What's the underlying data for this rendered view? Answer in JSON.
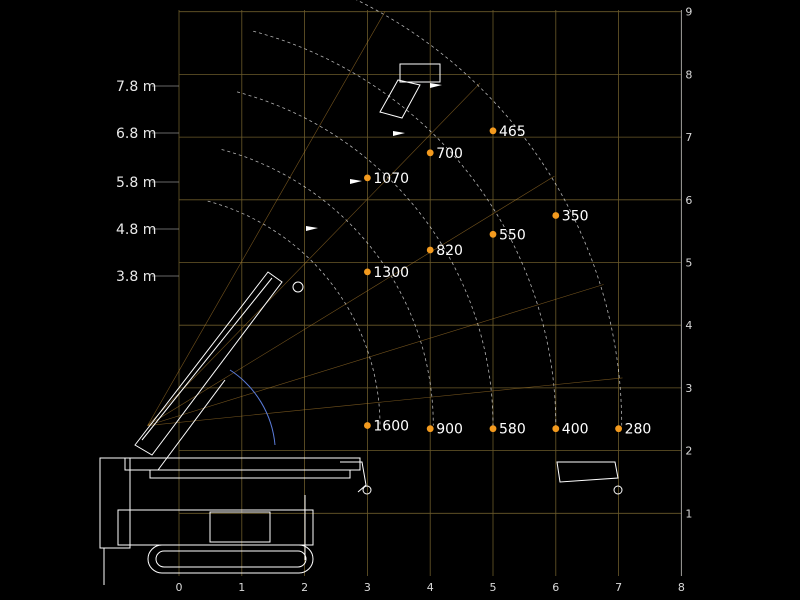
{
  "diagram": {
    "x_ticks": [
      "0",
      "1",
      "2",
      "3",
      "4",
      "5",
      "6",
      "7",
      "8"
    ],
    "y_ticks": [
      "1",
      "2",
      "3",
      "4",
      "5",
      "6",
      "7",
      "8",
      "9"
    ],
    "boom_lengths": [
      "3.8 m",
      "4.8 m",
      "5.8 m",
      "6.8 m",
      "7.8 m"
    ],
    "load_points": [
      {
        "radius": 3,
        "height": 2.4,
        "label": "1600"
      },
      {
        "radius": 4,
        "height": 2.35,
        "label": "900"
      },
      {
        "radius": 5,
        "height": 2.35,
        "label": "580"
      },
      {
        "radius": 6,
        "height": 2.35,
        "label": "400"
      },
      {
        "radius": 7,
        "height": 2.35,
        "label": "280"
      },
      {
        "radius": 3,
        "height": 4.85,
        "label": "1300"
      },
      {
        "radius": 4,
        "height": 5.2,
        "label": "820"
      },
      {
        "radius": 5,
        "height": 5.45,
        "label": "550"
      },
      {
        "radius": 6,
        "height": 5.75,
        "label": "350"
      },
      {
        "radius": 3,
        "height": 6.35,
        "label": "1070"
      },
      {
        "radius": 4,
        "height": 6.75,
        "label": "700"
      },
      {
        "radius": 5,
        "height": 7.1,
        "label": "465"
      }
    ],
    "colors": {
      "background": "#000000",
      "grid": "#6b5a2a",
      "point": "#f39a1e",
      "lines": "#ffffff"
    }
  }
}
